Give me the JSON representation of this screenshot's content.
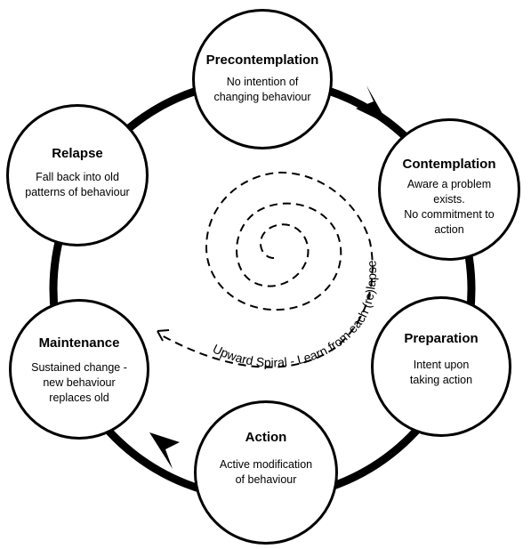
{
  "stages": {
    "precontemplation": {
      "title": "Precontemplation",
      "desc": "No intention of\nchanging behaviour"
    },
    "contemplation": {
      "title": "Contemplation",
      "desc": "Aware a problem\nexists.\nNo commitment to\naction"
    },
    "preparation": {
      "title": "Preparation",
      "desc": "Intent upon\ntaking action"
    },
    "action": {
      "title": "Action",
      "desc": "Active modification\nof behaviour"
    },
    "maintenance": {
      "title": "Maintenance",
      "desc": "Sustained change -\nnew behaviour\nreplaces old"
    },
    "relapse": {
      "title": "Relapse",
      "desc": "Fall back into old\npatterns of behaviour"
    }
  },
  "spiral": {
    "label": "Upward Spiral - Learn from each (re)lapse"
  },
  "colors": {
    "stroke": "#000000",
    "background": "#ffffff"
  }
}
